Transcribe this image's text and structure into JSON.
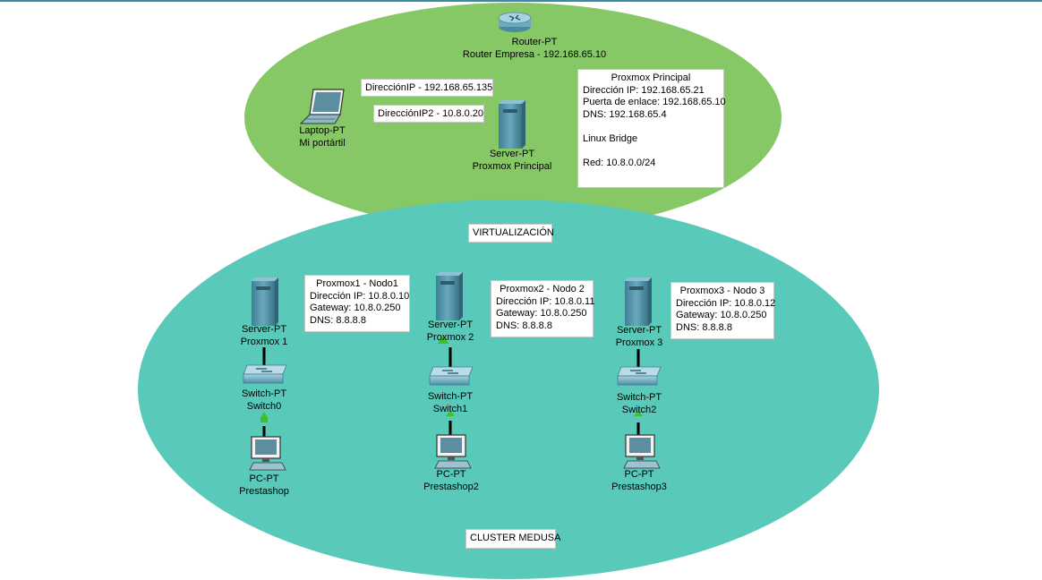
{
  "colors": {
    "top_zone": "#86c766",
    "cluster_zone": "#59c9b9",
    "link": "#000000",
    "link_up": "#3fbf2a"
  },
  "top_zone": {
    "router": {
      "icon": "router-icon",
      "type": "Router-PT",
      "name": "Router Empresa - 192.168.65.10"
    },
    "laptop": {
      "icon": "laptop-icon",
      "type": "Laptop-PT",
      "name": "Mi portártil"
    },
    "ip_label_1": "DirecciónIP - 192.168.65.135",
    "ip_label_2": "DirecciónIP2 - 10.8.0.20",
    "server": {
      "icon": "server-icon",
      "type": "Server-PT",
      "name": "Proxmox Principal"
    },
    "note": {
      "title": "Proxmox Principal",
      "ip": "Dirección IP: 192.168.65.21",
      "gateway": "Puerta de enlace: 192.168.65.10",
      "dns": "DNS: 192.168.65.4",
      "bridge": "Linux Bridge",
      "network": "Red: 10.8.0.0/24"
    }
  },
  "cluster_zone": {
    "title": "VIRTUALIZACIÓN",
    "footer": "CLUSTER MEDUSA",
    "nodes": [
      {
        "server_type": "Server-PT",
        "server_name": "Proxmox 1",
        "switch_type": "Switch-PT",
        "switch_name": "Switch0",
        "pc_type": "PC-PT",
        "pc_name": "Prestashop",
        "note": {
          "title": "Proxmox1 - Nodo1",
          "ip": "Dirección IP: 10.8.0.10",
          "gateway": "Gateway: 10.8.0.250",
          "dns": "DNS: 8.8.8.8"
        }
      },
      {
        "server_type": "Server-PT",
        "server_name": "Proxmox 2",
        "switch_type": "Switch-PT",
        "switch_name": "Switch1",
        "pc_type": "PC-PT",
        "pc_name": "Prestashop2",
        "note": {
          "title": "Proxmox2 - Nodo 2",
          "ip": "Dirección IP: 10.8.0.11",
          "gateway": "Gateway: 10.8.0.250",
          "dns": "DNS: 8.8.8.8"
        }
      },
      {
        "server_type": "Server-PT",
        "server_name": "Proxmox 3",
        "switch_type": "Switch-PT",
        "switch_name": "Switch2",
        "pc_type": "PC-PT",
        "pc_name": "Prestashop3",
        "note": {
          "title": "Proxmox3 - Nodo 3",
          "ip": "Dirección IP: 10.8.0.12",
          "gateway": "Gateway: 10.8.0.250",
          "dns": "DNS: 8.8.8.8"
        }
      }
    ]
  }
}
